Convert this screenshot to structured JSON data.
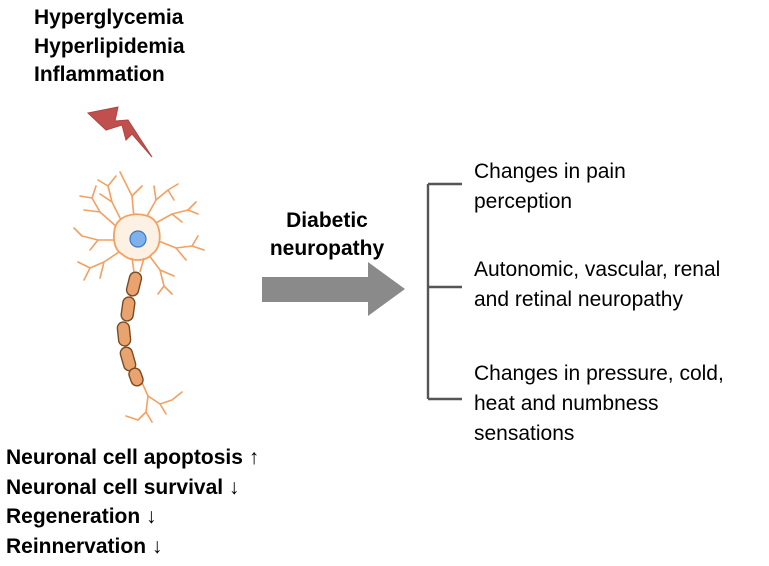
{
  "causes": [
    "Hyperglycemia",
    "Hyperlipidemia",
    "Inflammation"
  ],
  "arrow_label": [
    "Diabetic",
    "neuropathy"
  ],
  "outcomes": [
    [
      "Changes in pain",
      "perception"
    ],
    [
      "Autonomic, vascular, renal",
      "and retinal neuropathy"
    ],
    [
      "Changes in pressure, cold,",
      "heat and numbness",
      "sensations"
    ]
  ],
  "effects": [
    "Neuronal cell apoptosis ↑",
    "Neuronal cell survival ↓",
    "Regeneration ↓",
    "Reinnervation ↓"
  ],
  "colors": {
    "lightning": "#c0504d",
    "neuron_outline": "#f4a060",
    "neuron_fill": "#fdf1e4",
    "nucleus": "#7fb2ea",
    "myelin": "#e8a36e",
    "arrow": "#8a8a8a",
    "bracket": "#555555"
  }
}
